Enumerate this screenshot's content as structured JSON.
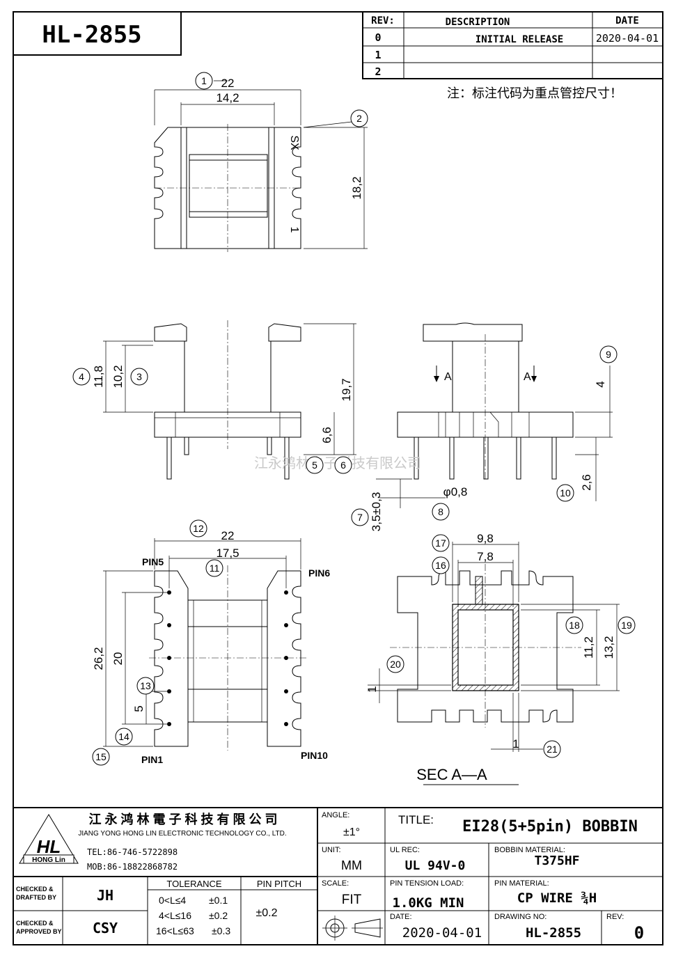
{
  "header": {
    "part_number": "HL-2855",
    "rev_table": {
      "headers": [
        "REV:",
        "DESCRIPTION",
        "DATE"
      ],
      "rows": [
        {
          "rev": "0",
          "description": "INITIAL RELEASE",
          "date": "2020-04-01"
        },
        {
          "rev": "1",
          "description": "",
          "date": ""
        },
        {
          "rev": "2",
          "description": "",
          "date": ""
        }
      ]
    },
    "note": "注：标注代码为重点管控尺寸！"
  },
  "drawing": {
    "dimensions": {
      "d22_top": "22",
      "d14_2": "14,2",
      "d18_2": "18,2",
      "d11_8": "11,8",
      "d10_2": "10,2",
      "d19_7": "19,7",
      "d6_6": "6,6",
      "d4": "4",
      "d2_6": "2,6",
      "d0_8": "φ0,8",
      "d3_5": "3,5±0,3",
      "d22_bottom": "22",
      "d17_5": "17,5",
      "d26_2": "26,2",
      "d20": "20",
      "d5": "5",
      "d9_8": "9,8",
      "d7_8": "7,8",
      "d11_2": "11,2",
      "d13_2": "13,2",
      "d1_left": "1",
      "d1_bottom": "1"
    },
    "balloons": [
      "1",
      "2",
      "3",
      "4",
      "5",
      "6",
      "7",
      "8",
      "9",
      "10",
      "11",
      "12",
      "13",
      "14",
      "15",
      "16",
      "17",
      "18",
      "19",
      "20",
      "21"
    ],
    "labels": {
      "sx": "SX",
      "one_mark": "1",
      "section_a_left": "A",
      "section_a_right": "A",
      "pin5": "PIN5",
      "pin6": "PIN6",
      "pin1": "PIN1",
      "pin10": "PIN10",
      "section_title": "SEC A—A"
    },
    "watermark": "江永鸿林电子科技有限公司"
  },
  "title_block": {
    "company_cn": "江 永 鸿 林 電 子 科 技 有 限 公 司",
    "company_en": "JIANG YONG HONG LIN ELECTRONIC TECHNOLOGY CO., LTD.",
    "logo_text": "HL",
    "logo_sub": "HONG Lin",
    "tel": "TEL:86-746-5722898",
    "mob": "MOB:86-18822868782",
    "angle_label": "ANGLE:",
    "angle_value": "±1°",
    "title_label": "TITLE:",
    "title_value": "EI28(5+5pin) BOBBIN",
    "unit_label": "UNIT:",
    "unit_value": "MM",
    "ul_label": "UL REC:",
    "ul_value": "UL 94V-0",
    "bobbin_material_label": "BOBBIN MATERIAL:",
    "bobbin_material_value": "T375HF",
    "checked_drafted_label": "CHECKED & DRAFTED BY",
    "checked_drafted_value": "JH",
    "checked_approved_label": "CHECKED & APPROVED BY",
    "checked_approved_value": "CSY",
    "tolerance_label": "TOLERANCE",
    "tolerance_rows": [
      {
        "range": "0<L≤4",
        "value": "±0.1"
      },
      {
        "range": "4<L≤16",
        "value": "±0.2"
      },
      {
        "range": "16<L≤63",
        "value": "±0.3"
      }
    ],
    "pin_pitch_label": "PIN PITCH",
    "pin_pitch_value": "±0.2",
    "scale_label": "SCALE:",
    "scale_value": "FIT",
    "pin_tension_label": "PIN TENSION LOAD:",
    "pin_tension_value": "1.0KG MIN",
    "pin_material_label": "PIN MATERIAL:",
    "pin_material_value": "CP WIRE ¾H",
    "date_label": "DATE:",
    "date_value": "2020-04-01",
    "drawing_no_label": "DRAWING NO:",
    "drawing_no_value": "HL-2855",
    "rev_label": "REV:",
    "rev_value": "0"
  }
}
